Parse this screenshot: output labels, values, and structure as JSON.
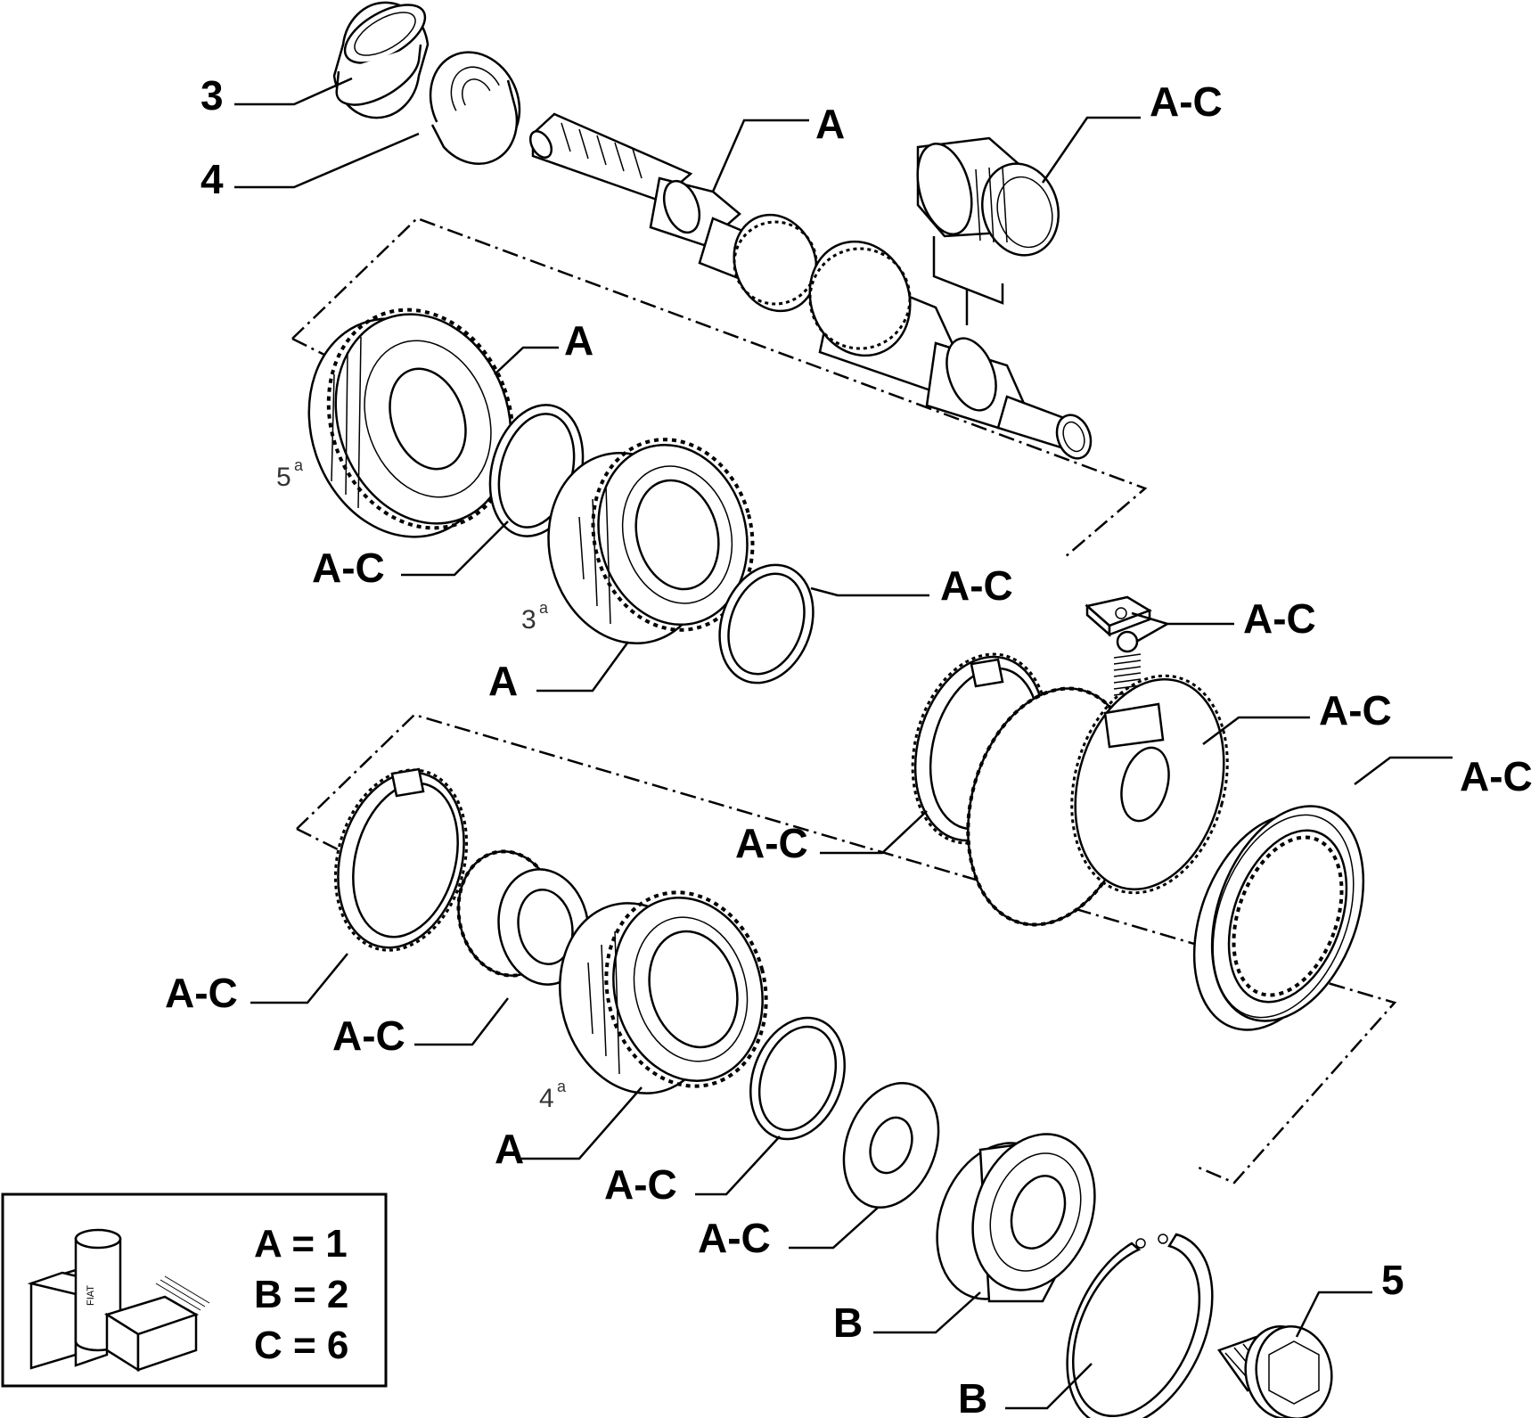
{
  "callouts": {
    "c3": "3",
    "c4": "4",
    "shaft_top": "A",
    "bearing_top": "A-C",
    "gear5_label": "A",
    "washer1": "A-C",
    "washer2": "A-C",
    "gear3_label": "A",
    "pad_ball_spring": "A-C",
    "hub": "A-C",
    "sleeve": "A-C",
    "ring_right": "A-C",
    "ring_left": "A-C",
    "bush_left": "A-C",
    "gear4_label": "A",
    "washer3": "A-C",
    "washer4": "A-C",
    "bearing_bottom": "B",
    "circlip": "B",
    "c5": "5"
  },
  "gear_labels": {
    "fifth": {
      "num": "5",
      "sup": "a"
    },
    "third": {
      "num": "3",
      "sup": "a"
    },
    "fourth": {
      "num": "4",
      "sup": "a"
    }
  },
  "legend": {
    "line_a": "A = 1",
    "line_b": "B = 2",
    "line_c": "C = 6",
    "logo_text": "FIAT"
  },
  "icons": [
    "fiat-package-icon"
  ]
}
